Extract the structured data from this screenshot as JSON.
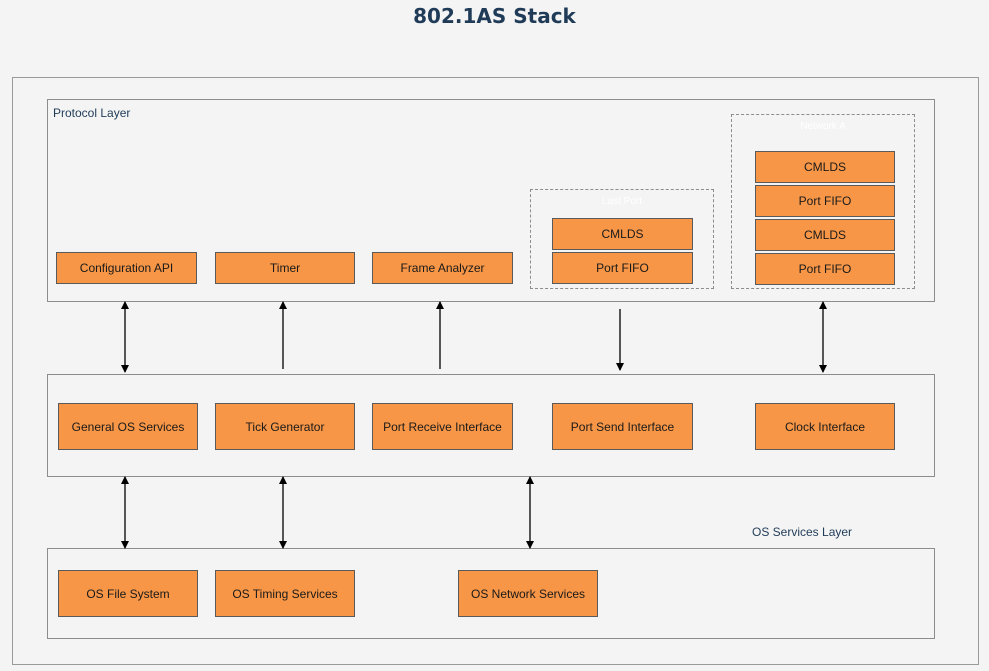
{
  "title": "802.1AS Stack",
  "protocol_layer": {
    "label": "Protocol Layer",
    "boxes": [
      "Configuration API",
      "Timer",
      "Frame Analyzer"
    ],
    "group_1": {
      "label": "Last Port",
      "boxes": [
        "CMLDS",
        "Port FIFO"
      ]
    },
    "group_2": {
      "label": "Network A",
      "boxes": [
        "CMLDS",
        "Port FIFO",
        "CMLDS",
        "Port FIFO"
      ]
    }
  },
  "middle_layer": {
    "boxes": [
      "General OS Services",
      "Tick Generator",
      "Port Receive Interface",
      "Port Send Interface",
      "Clock Interface"
    ]
  },
  "os_services_layer": {
    "label": "OS Services Layer",
    "boxes": [
      "OS File System",
      "OS Timing Services",
      "OS Network Services"
    ]
  },
  "colors": {
    "box_fill": "#f79646",
    "title": "#1f3b57"
  }
}
